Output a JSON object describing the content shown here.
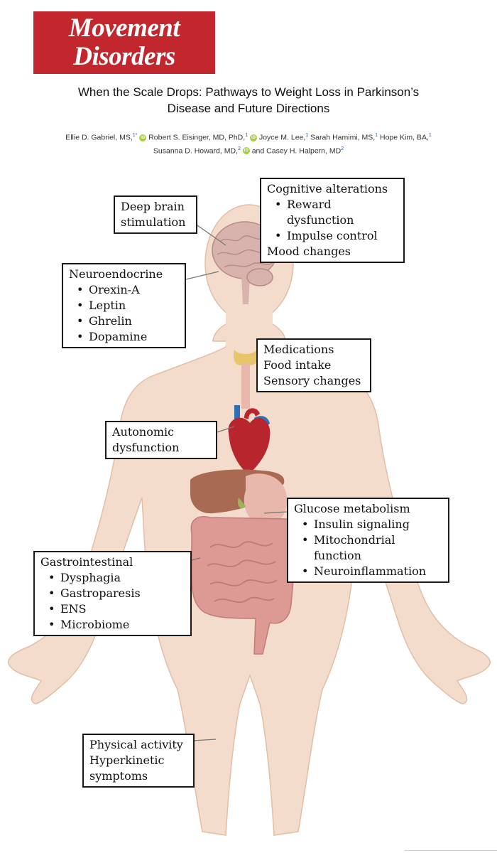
{
  "journal": {
    "line1": "Movement",
    "line2": "Disorders"
  },
  "article": {
    "title_line1": "When the Scale Drops: Pathways to Weight Loss in Parkinson’s",
    "title_line2": "Disease and Future Directions",
    "authors_line1": [
      {
        "name": "Ellie D. Gabriel, MS,",
        "sup": "1*",
        "orcid": true
      },
      {
        "name": "Robert S. Eisinger, MD, PhD,",
        "sup": "1",
        "orcid": true
      },
      {
        "name": "Joyce M. Lee,",
        "sup": "1",
        "orcid": false
      },
      {
        "name": "Sarah Hamimi, MS,",
        "sup": "1",
        "orcid": false
      },
      {
        "name": "Hope Kim, BA,",
        "sup": "1",
        "orcid": false
      }
    ],
    "authors_line2": [
      {
        "name": "Susanna D. Howard, MD,",
        "sup": "2",
        "orcid": true
      },
      {
        "name": "and Casey H. Halpern, MD",
        "sup": "2",
        "orcid": false
      }
    ]
  },
  "figure": {
    "dbs": {
      "lines": [
        "Deep brain",
        "stimulation"
      ]
    },
    "cognitive": {
      "heading": "Cognitive alterations",
      "items": [
        "Reward dysfunction",
        "Impulse control"
      ],
      "footer": "Mood changes"
    },
    "neuroendocrine": {
      "heading": "Neuroendocrine",
      "items": [
        "Orexin-A",
        "Leptin",
        "Ghrelin",
        "Dopamine"
      ]
    },
    "medications": {
      "lines": [
        "Medications",
        "Food intake",
        "Sensory changes"
      ]
    },
    "autonomic": {
      "lines": [
        "Autonomic",
        "dysfunction"
      ]
    },
    "glucose": {
      "heading": "Glucose metabolism",
      "items": [
        "Insulin signaling",
        "Mitochondrial function",
        "Neuroinflammation"
      ]
    },
    "gastro": {
      "heading": "Gastrointestinal",
      "items": [
        "Dysphagia",
        "Gastroparesis",
        "ENS",
        "Microbiome"
      ]
    },
    "physical": {
      "lines": [
        "Physical activity",
        "Hyperkinetic",
        "symptoms"
      ]
    },
    "colors": {
      "skin": "#f3dccb",
      "skin_edge": "#e2bea6",
      "brain": "#d8b3ae",
      "liver": "#a96a53",
      "stomach": "#e9b8ac",
      "intestine": "#dd9a95",
      "heart": "#b8252c",
      "vessel_blue": "#2f6fb4",
      "thyroid": "#e8c46b"
    }
  }
}
